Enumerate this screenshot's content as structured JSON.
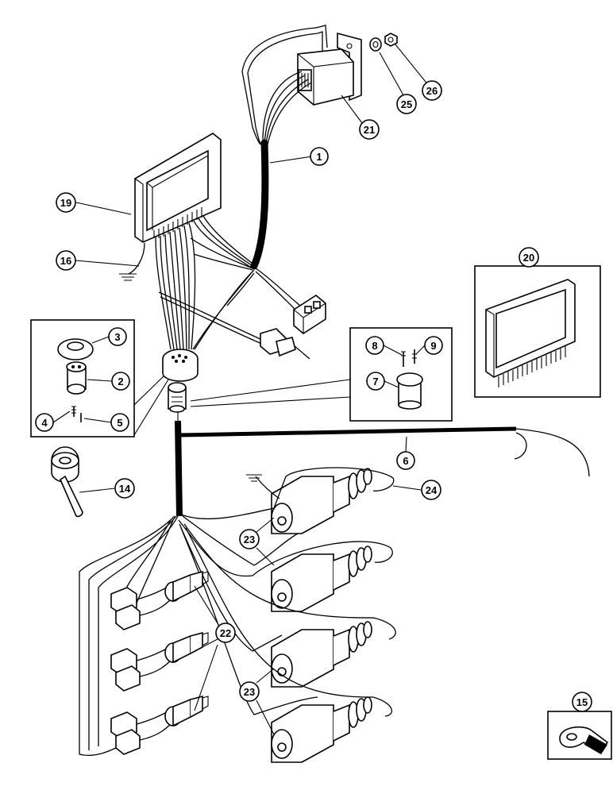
{
  "diagram": {
    "callouts": [
      {
        "id": "c1",
        "label": "1"
      },
      {
        "id": "c2",
        "label": "2"
      },
      {
        "id": "c3",
        "label": "3"
      },
      {
        "id": "c4",
        "label": "4"
      },
      {
        "id": "c5",
        "label": "5"
      },
      {
        "id": "c6",
        "label": "6"
      },
      {
        "id": "c7",
        "label": "7"
      },
      {
        "id": "c8",
        "label": "8"
      },
      {
        "id": "c9",
        "label": "9"
      },
      {
        "id": "c14",
        "label": "14"
      },
      {
        "id": "c15",
        "label": "15"
      },
      {
        "id": "c16",
        "label": "16"
      },
      {
        "id": "c19",
        "label": "19"
      },
      {
        "id": "c20",
        "label": "20"
      },
      {
        "id": "c21",
        "label": "21"
      },
      {
        "id": "c22",
        "label": "22"
      },
      {
        "id": "c23a",
        "label": "23"
      },
      {
        "id": "c23b",
        "label": "23"
      },
      {
        "id": "c24",
        "label": "24"
      },
      {
        "id": "c25",
        "label": "25"
      },
      {
        "id": "c26",
        "label": "26"
      }
    ]
  }
}
